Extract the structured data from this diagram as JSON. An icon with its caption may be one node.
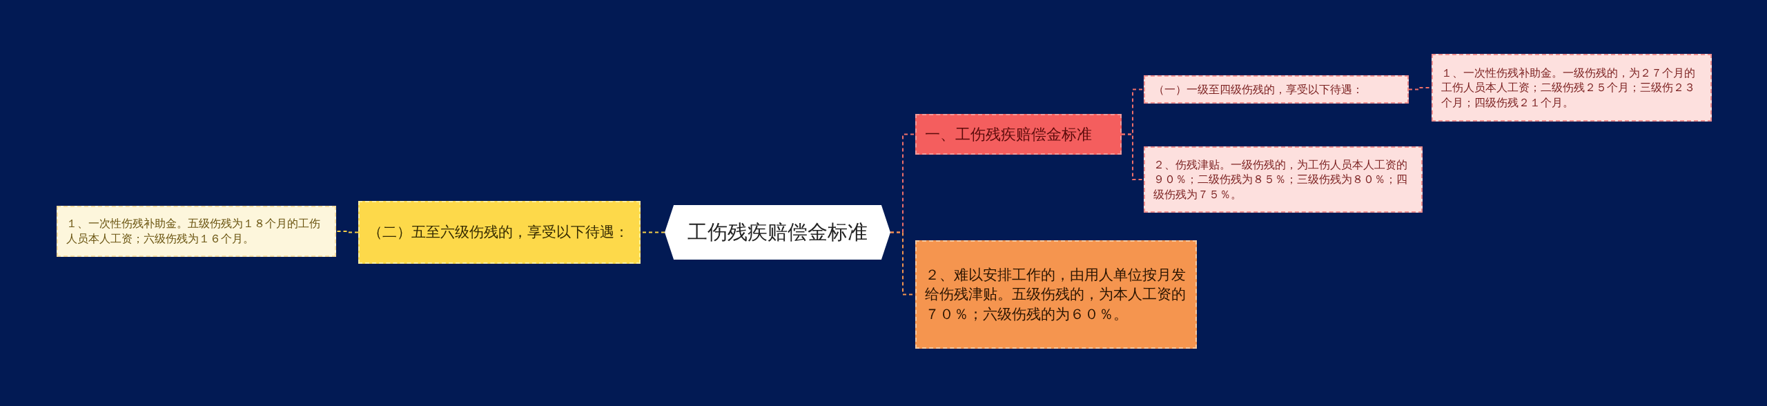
{
  "diagram": {
    "nodes": [
      {
        "text": [
          "工伤残疾赔偿金标准"
        ]
      },
      {
        "text": [
          "一、工伤残疾赔偿金标准"
        ]
      },
      {
        "text": [
          "（一）一级至四级伤残的，享受以下待遇："
        ]
      },
      {
        "text": [
          "１、一次性伤残补助金。一级伤残的，为２７个月的工伤人员本人工资；二级伤残２５个月；三级伤２３个月；四级伤残２１个月。"
        ]
      },
      {
        "text": [
          "２、伤残津贴。一级伤残的，为工伤人员本人工资的９０％；二级伤残为８５％；三级伤残为８０％；四级伤残为７５％。"
        ]
      },
      {
        "text": [
          "２、难以安排工作的，由用人单位按月发给伤残津贴。五级伤残的，为本人工资的７０％；六级伤残的为６０％。"
        ]
      },
      {
        "text": [
          "（二）五至六级伤残的，享受以下待遇："
        ]
      },
      {
        "text": [
          "１、一次性伤残补助金。五级伤残为１８个月的工伤人员本人工资；六级伤残为１６个月。"
        ]
      }
    ],
    "edges": [
      {
        "from": 0,
        "to": 1,
        "arrow": "none"
      },
      {
        "from": 1,
        "to": 2,
        "arrow": "none"
      },
      {
        "from": 2,
        "to": 3,
        "arrow": "none"
      },
      {
        "from": 1,
        "to": 4,
        "arrow": "none"
      },
      {
        "from": 0,
        "to": 5,
        "arrow": "none",
        "color": "#f5954f"
      },
      {
        "from": 0,
        "to": 6,
        "arrow": "none",
        "color": "#f7d046"
      },
      {
        "from": 6,
        "to": 7,
        "arrow": "none",
        "color": "#f7d046"
      }
    ]
  }
}
